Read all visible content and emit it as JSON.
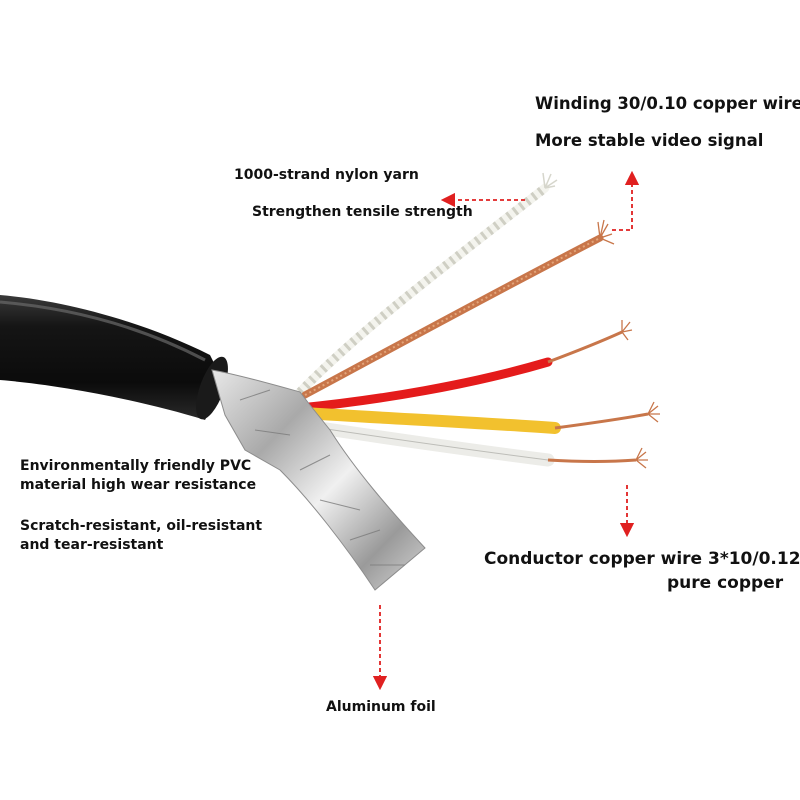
{
  "annotations": {
    "winding_line1": "Winding 30/0.10 copper wire",
    "winding_line2": "More stable video signal",
    "nylon_line1": "1000-strand nylon yarn",
    "nylon_line2": "Strengthen tensile strength",
    "pvc_line1": "Environmentally friendly PVC",
    "pvc_line2": "material high wear resistance",
    "resist_line1": "Scratch-resistant, oil-resistant",
    "resist_line2": "and tear-resistant",
    "conductor_line1": "Conductor copper wire 3*10/0.12",
    "conductor_line2": "pure copper",
    "aluminum": "Aluminum foil"
  },
  "colors": {
    "arrow": "#e02020",
    "jacket": "#111111",
    "copper": "#c8764a",
    "red_insulation": "#e41b1b",
    "yellow_insulation": "#f2c12e",
    "white_insulation": "#f3f3f0",
    "foil": "#c9c9c9"
  }
}
